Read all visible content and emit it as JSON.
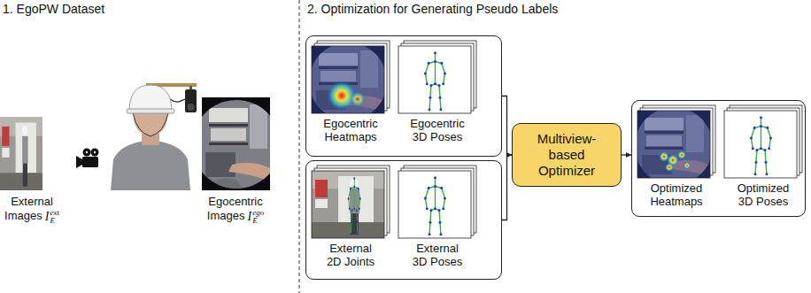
{
  "diagram": {
    "nodes": [
      {
        "text": [
          "Egocentric Heatmaps",
          "Egocentric 3D Poses"
        ]
      },
      {
        "text": [
          "External 2D Joints",
          "External 3D Poses"
        ]
      },
      {
        "text": [
          "Multiview-based Optimizer"
        ]
      },
      {
        "text": [
          "Optimized Heatmaps",
          "Optimized 3D Poses"
        ]
      }
    ],
    "edges": [
      {
        "from": 0,
        "to": 2,
        "arrow": "to"
      },
      {
        "from": 1,
        "to": 2,
        "arrow": "to"
      },
      {
        "from": 2,
        "to": 3,
        "arrow": "to"
      }
    ],
    "labels": [
      "1. EgoPW Dataset",
      "2. Optimization for Generating Pseudo Labels",
      "External Images",
      "I",
      "ext",
      "E",
      "Egocentric Images",
      "I",
      "ego",
      "E"
    ]
  }
}
